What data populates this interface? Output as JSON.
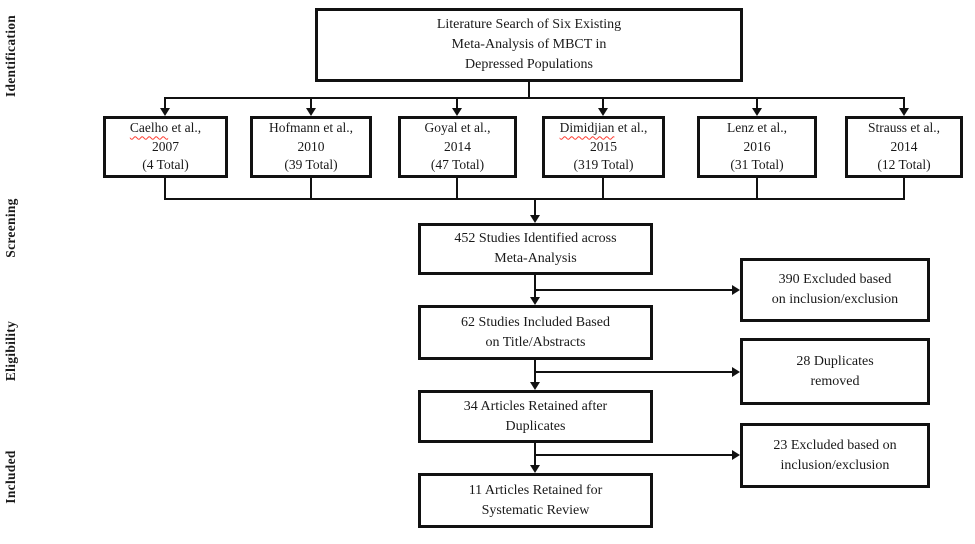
{
  "stage_labels": [
    {
      "label": "Identification"
    },
    {
      "label": "Screening"
    },
    {
      "label": "Eligibility"
    },
    {
      "label": "Included"
    }
  ],
  "top_box": {
    "text": "Literature Search of Six Existing\nMeta-Analysis of MBCT in\nDepressed Populations"
  },
  "sources": [
    {
      "author": "Caelho",
      "suffix": " et al.,",
      "year": "2007",
      "total": "(4 Total)",
      "spellcheck_underline": true
    },
    {
      "author": "Hofmann",
      "suffix": " et al.,",
      "year": "2010",
      "total": "(39 Total)",
      "spellcheck_underline": false
    },
    {
      "author": "Goyal",
      "suffix": " et al.,",
      "year": "2014",
      "total": "(47 Total)",
      "spellcheck_underline": false
    },
    {
      "author": "Dimidjian",
      "suffix": " et al.,",
      "year": "2015",
      "total": "(319 Total)",
      "spellcheck_underline": true
    },
    {
      "author": "Lenz",
      "suffix": " et al.,",
      "year": "2016",
      "total": "(31 Total)",
      "spellcheck_underline": false
    },
    {
      "author": "Strauss",
      "suffix": " et al.,",
      "year": "2014",
      "total": "(12 Total)",
      "spellcheck_underline": false
    }
  ],
  "flow_boxes": [
    {
      "text": "452 Studies Identified across\nMeta-Analysis"
    },
    {
      "text": "62 Studies Included Based\non Title/Abstracts"
    },
    {
      "text": "34 Articles Retained after\nDuplicates"
    },
    {
      "text": "11 Articles Retained for\nSystematic Review"
    }
  ],
  "exclusion_boxes": [
    {
      "text": "390 Excluded based\non inclusion/exclusion"
    },
    {
      "text": "28 Duplicates\nremoved"
    },
    {
      "text": "23 Excluded based on\ninclusion/exclusion"
    }
  ],
  "colors": {
    "box_border": "#111111",
    "text": "#191919",
    "connector": "#111111",
    "spellcheck_underline": "#ff3b30",
    "background": "#ffffff"
  }
}
